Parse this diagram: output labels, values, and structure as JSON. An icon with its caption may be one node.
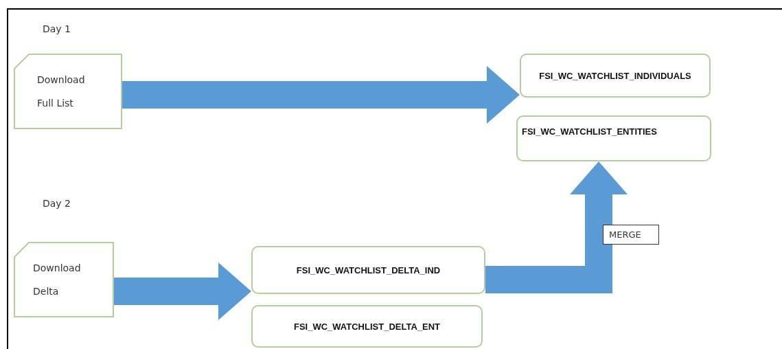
{
  "diagram": {
    "nodes": [
      {
        "text": [
          "Download Full List"
        ]
      },
      {
        "text": [
          "FSI_WC_WATCHLIST_INDIVIDUALS"
        ]
      },
      {
        "text": [
          "FSI_WC_WATCHLIST_ENTITIES"
        ]
      },
      {
        "text": [
          "Download Delta"
        ]
      },
      {
        "text": [
          "FSI_WC_WATCHLIST_DELTA_IND"
        ]
      },
      {
        "text": [
          "FSI_WC_WATCHLIST_DELTA_ENT"
        ]
      }
    ],
    "edges": [
      {
        "from": 0,
        "to": 1,
        "arrow": "to"
      },
      {
        "from": 3,
        "to": 4,
        "arrow": "to"
      },
      {
        "from": 4,
        "to": 2,
        "arrow": "to",
        "label": "MERGE"
      }
    ],
    "labels": [
      "Day 1",
      "Day 2"
    ]
  }
}
